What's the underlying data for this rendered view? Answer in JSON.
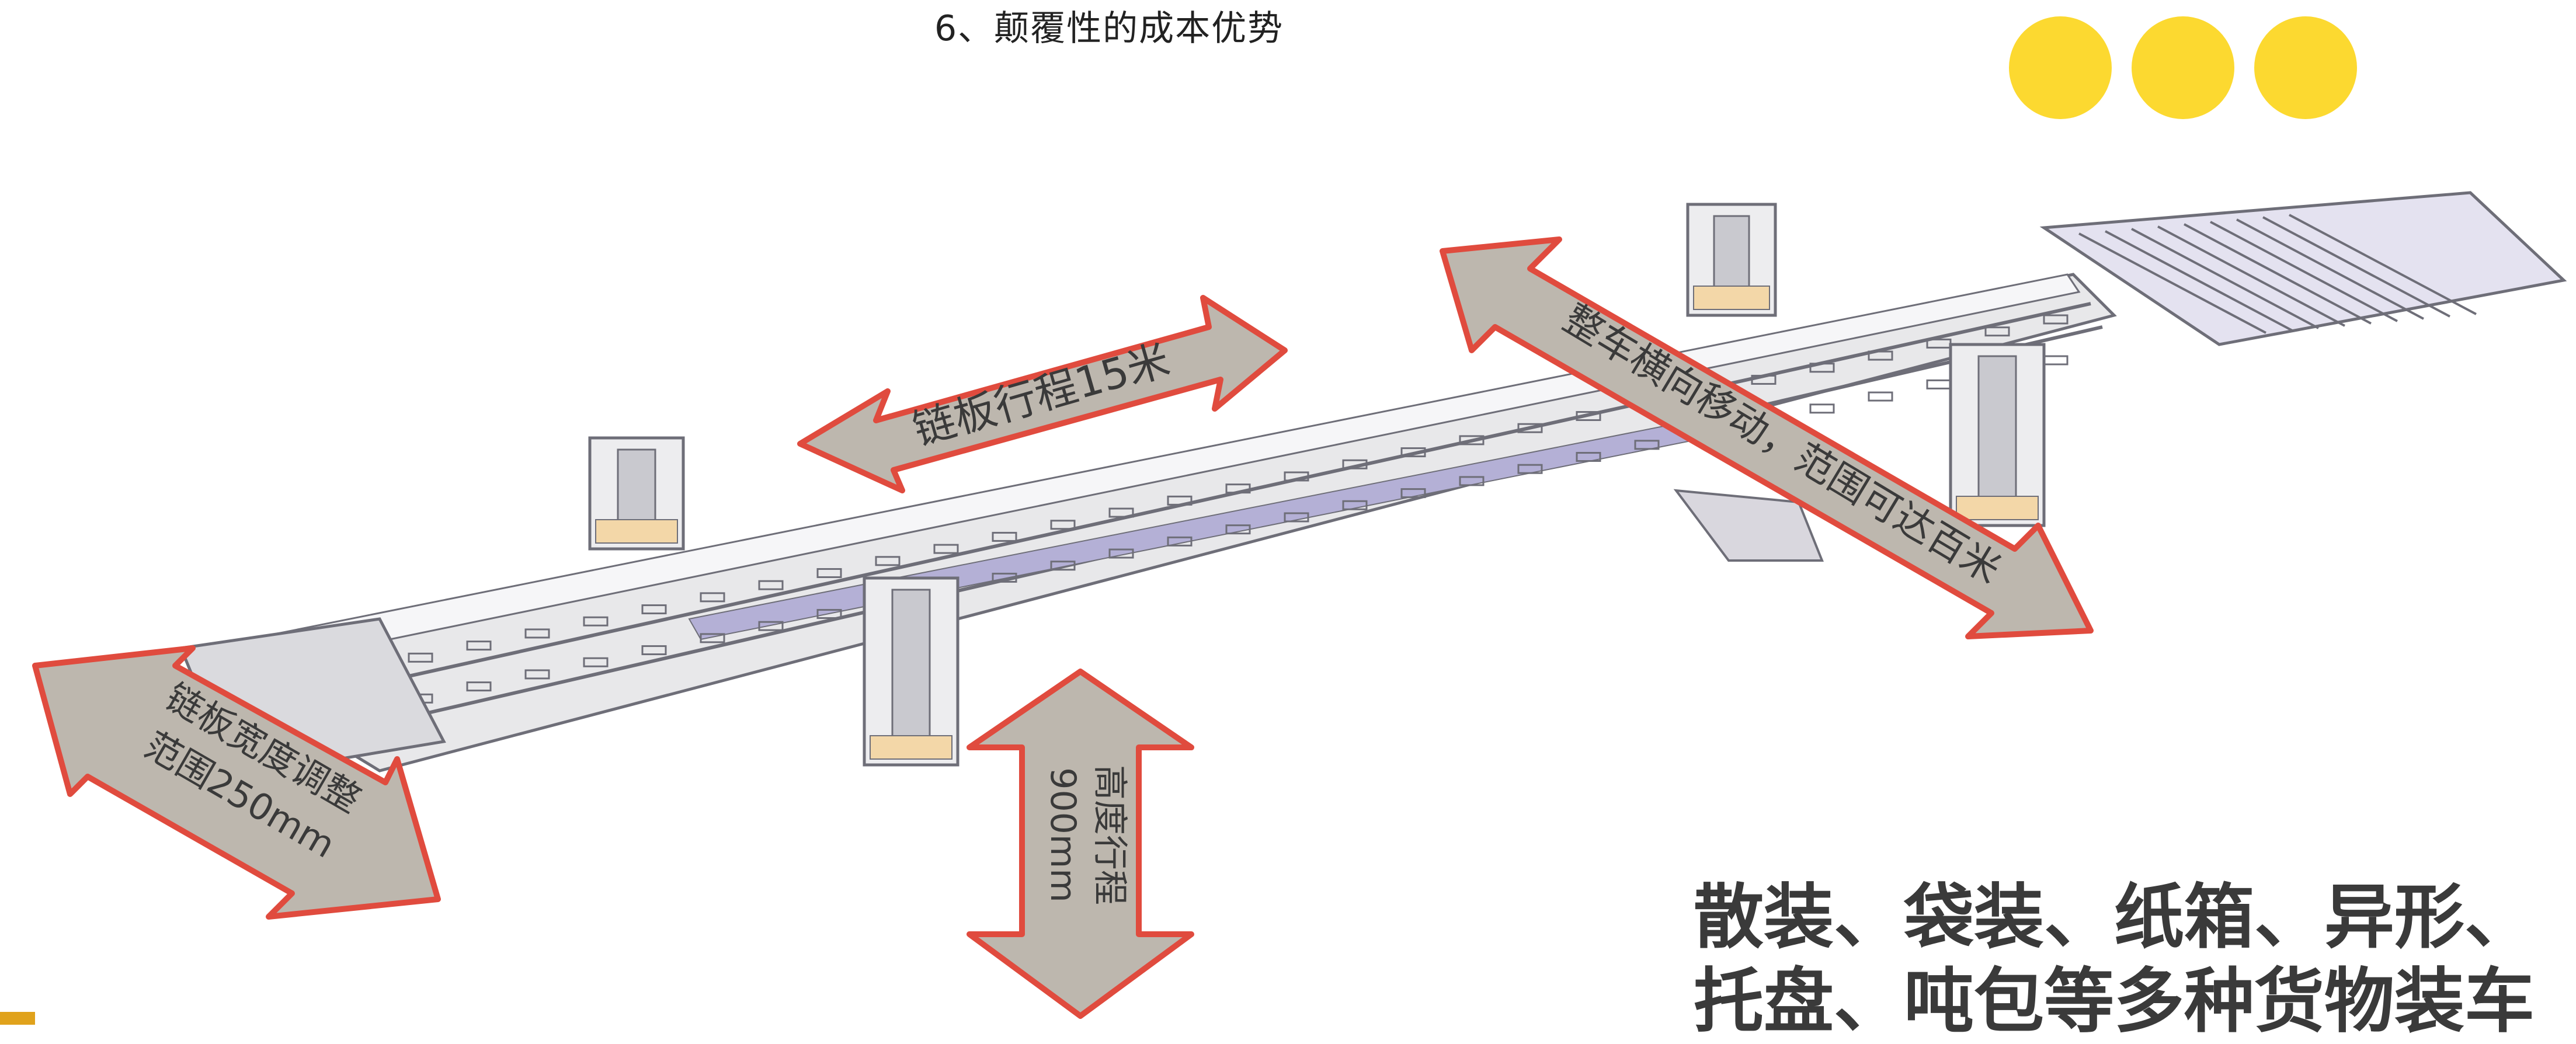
{
  "heading": "6、颠覆性的成本优势",
  "colors": {
    "dot": "#FCD930",
    "arrow_fill": "#BDB7AE",
    "arrow_stroke": "#E04B3E",
    "frame": "#E8E8EA",
    "rail": "#B4B0D6",
    "outline": "#6E6E78",
    "corner": "#E0A21C"
  },
  "labels": {
    "chain_travel": "链板行程15米",
    "lateral_move": "整车横向移动，范围可达百米",
    "width_adjust_line1": "链板宽度调整",
    "width_adjust_line2": "范围250mm",
    "height_line1": "高度行程",
    "height_line2": "900mm"
  },
  "caption": {
    "line1": "散装、袋装、纸箱、异形、",
    "line2": "托盘、吨包等多种货物装车"
  },
  "icons": {
    "dots": "three-yellow-dots-icon",
    "arrow": "double-headed-arrow-icon"
  }
}
